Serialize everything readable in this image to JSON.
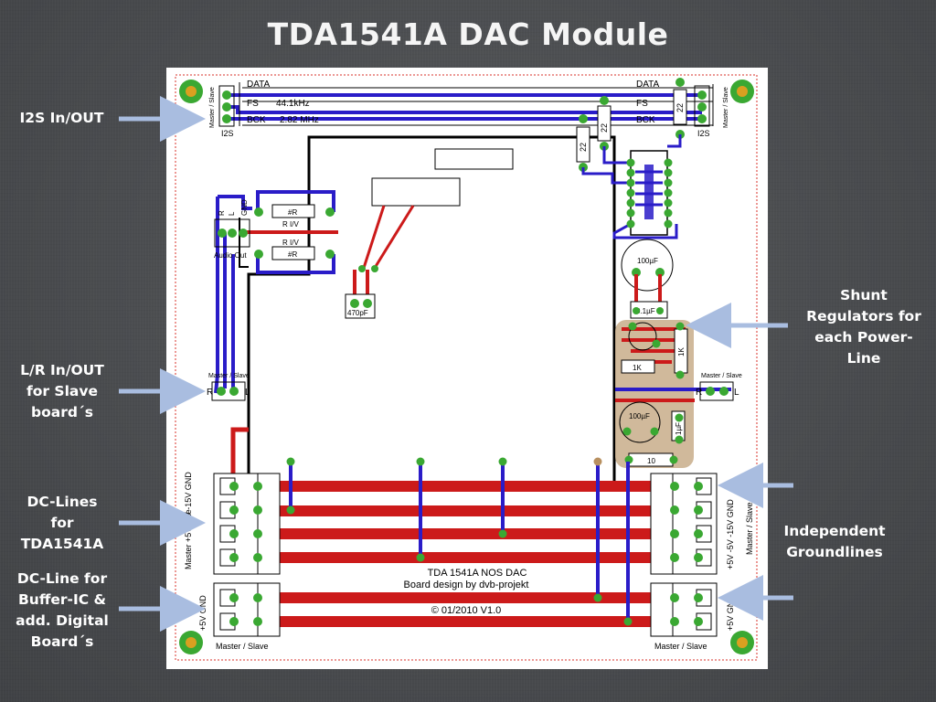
{
  "slide": {
    "title": "TDA1541A DAC Module"
  },
  "callouts": {
    "i2s": "I2S In/OUT",
    "lr_line1": "L/R In/OUT",
    "lr_line2": "for Slave",
    "lr_line3": "board´s",
    "dc_line1": "DC-Lines",
    "dc_line2": "for",
    "dc_line3": "TDA1541A",
    "buf_line1": "DC-Line for",
    "buf_line2": "Buffer-IC &",
    "buf_line3": "add. Digital",
    "buf_line4": "Board´s",
    "shunt_line1": "Shunt",
    "shunt_line2": "Regulators for",
    "shunt_line3": "each Power-",
    "shunt_line4": "Line",
    "ground_line1": "Independent",
    "ground_line2": "Groundlines"
  },
  "pcb": {
    "data": "DATA",
    "fs": "FS",
    "fs_freq": "44.1kHz",
    "bck": "BCK",
    "bck_freq": "2.82 MHz",
    "data_right": "DATA",
    "fs_right": "FS",
    "bck_right": "BCK",
    "master_slave": "Master / Slave",
    "i2s_left": "I2S",
    "i2s_right": "I2S",
    "res_22": "22",
    "res_r": "#R",
    "res_riv": "R I/V",
    "audio_out": "Audio Out",
    "conn_r": "R",
    "conn_l": "L",
    "gnd": "GND",
    "cap_470": "470pF",
    "cap_100": "100µF",
    "cap_01": "0.1µF",
    "res_1k": "1K",
    "cap_1u": "1µF",
    "res_10": "10",
    "pwr_left_main": "Master  +5V  -5V  -15V  GND",
    "pwr_left_slave": "Slave",
    "pwr_right_main": "+5V  -5V  -15V  GND",
    "pwr_right_slave": "Master / Slave",
    "buf_left": "+5V  GND",
    "buf_right": "+5V  GND",
    "board_line1": "TDA 1541A NOS DAC",
    "board_line2": "Board design by dvb-projekt",
    "board_line3": "© 01/2010 V1.0"
  },
  "colors": {
    "trace_blue": "#2a1cc8",
    "trace_red": "#cc1a1a",
    "pad_green": "#3aa832",
    "board_white": "#ffffff",
    "shunt_overlay": "#c8ad8a",
    "arrow": "#a9bde0"
  }
}
